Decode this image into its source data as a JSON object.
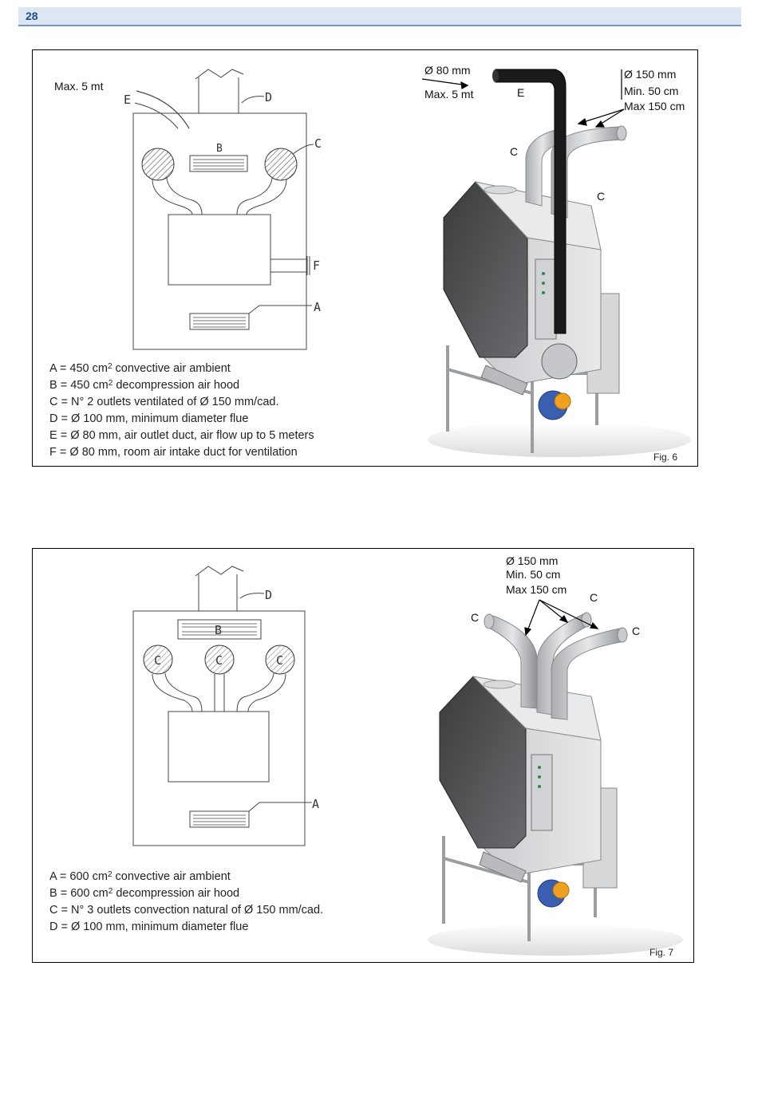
{
  "page": {
    "number": "28"
  },
  "fig6": {
    "caption": "Fig. 6",
    "diagram": {
      "max_label": "Max. 5 mt",
      "letters": {
        "a": "A",
        "b": "B",
        "c": "C",
        "d": "D",
        "e": "E",
        "f": "F"
      }
    },
    "legend": [
      {
        "pre": "A = 450 cm",
        "sup": "2",
        "post": " convective air ambient"
      },
      {
        "pre": "B = 450 cm",
        "sup": "2",
        "post": " decompression air hood"
      },
      {
        "pre": "C = N° 2 outlets ventilated of Ø 150 mm/cad.",
        "sup": "",
        "post": ""
      },
      {
        "pre": "D = Ø 100 mm, minimum diameter flue",
        "sup": "",
        "post": ""
      },
      {
        "pre": "E = Ø 80 mm, air outlet duct, air flow up to 5 meters",
        "sup": "",
        "post": ""
      },
      {
        "pre": "F = Ø 80 mm, room air intake duct for ventilation",
        "sup": "",
        "post": ""
      }
    ],
    "photo": {
      "duct_diameter": "Ø 80 mm",
      "duct_max": "Max. 5 mt",
      "e_label": "E",
      "c_label": "C",
      "outlet_diameter": "Ø 150 mm",
      "outlet_min": "Min. 50 cm",
      "outlet_max": "Max 150 cm"
    }
  },
  "fig7": {
    "caption": "Fig. 7",
    "diagram": {
      "letters": {
        "a": "A",
        "b": "B",
        "c": "C",
        "d": "D"
      }
    },
    "legend": [
      {
        "pre": "A = 600 cm",
        "sup": "2",
        "post": " convective air ambient"
      },
      {
        "pre": "B = 600 cm",
        "sup": "2",
        "post": " decompression air hood"
      },
      {
        "pre": "C = N° 3 outlets convection natural of Ø 150 mm/cad.",
        "sup": "",
        "post": ""
      },
      {
        "pre": "D = Ø 100 mm, minimum diameter flue",
        "sup": "",
        "post": ""
      }
    ],
    "photo": {
      "outlet_diameter": "Ø 150 mm",
      "outlet_min": "Min. 50 cm",
      "outlet_max": "Max 150 cm",
      "c_label": "C"
    }
  },
  "colors": {
    "header_bg": "#dde7f3",
    "header_rule": "#6f94c7",
    "page_number": "#1f4e8c"
  }
}
